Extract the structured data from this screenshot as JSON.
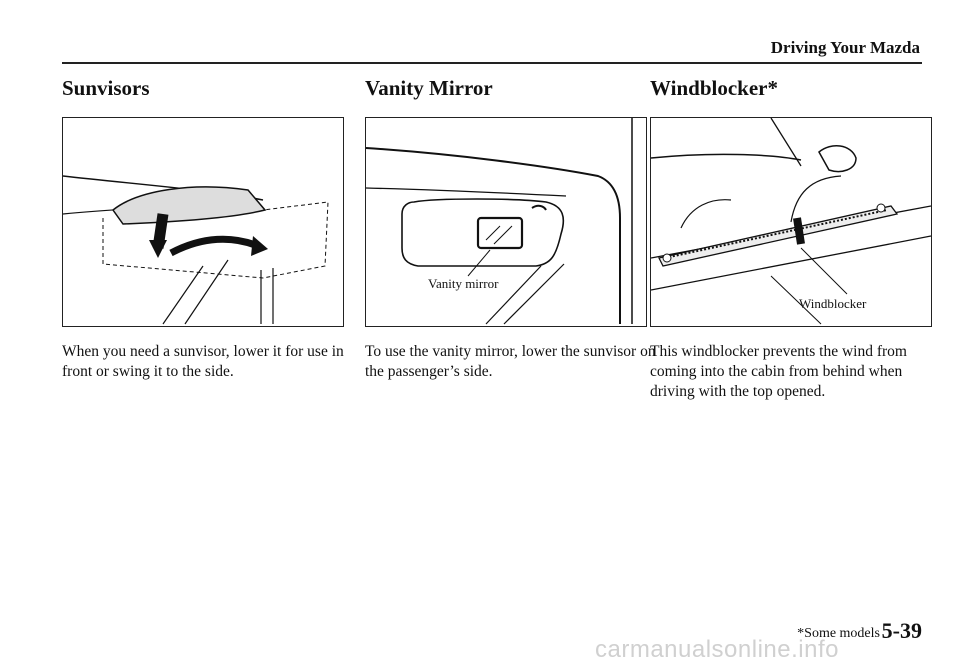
{
  "header": {
    "title": "Driving Your Mazda"
  },
  "sections": [
    {
      "title": "Sunvisors",
      "text": "When you need a sunvisor, lower it for use in front or swing it to the side."
    },
    {
      "title": "Vanity Mirror",
      "figure_label": "Vanity mirror",
      "text": "To use the vanity mirror, lower the sunvisor on the passenger’s side."
    },
    {
      "title": "Windblocker*",
      "figure_label": "Windblocker",
      "text": "This windblocker prevents the wind from coming into the cabin from behind when driving with the top opened."
    }
  ],
  "footer": {
    "note": "*Some models",
    "page": "5-39"
  },
  "watermark": "carmanualsonline.info"
}
